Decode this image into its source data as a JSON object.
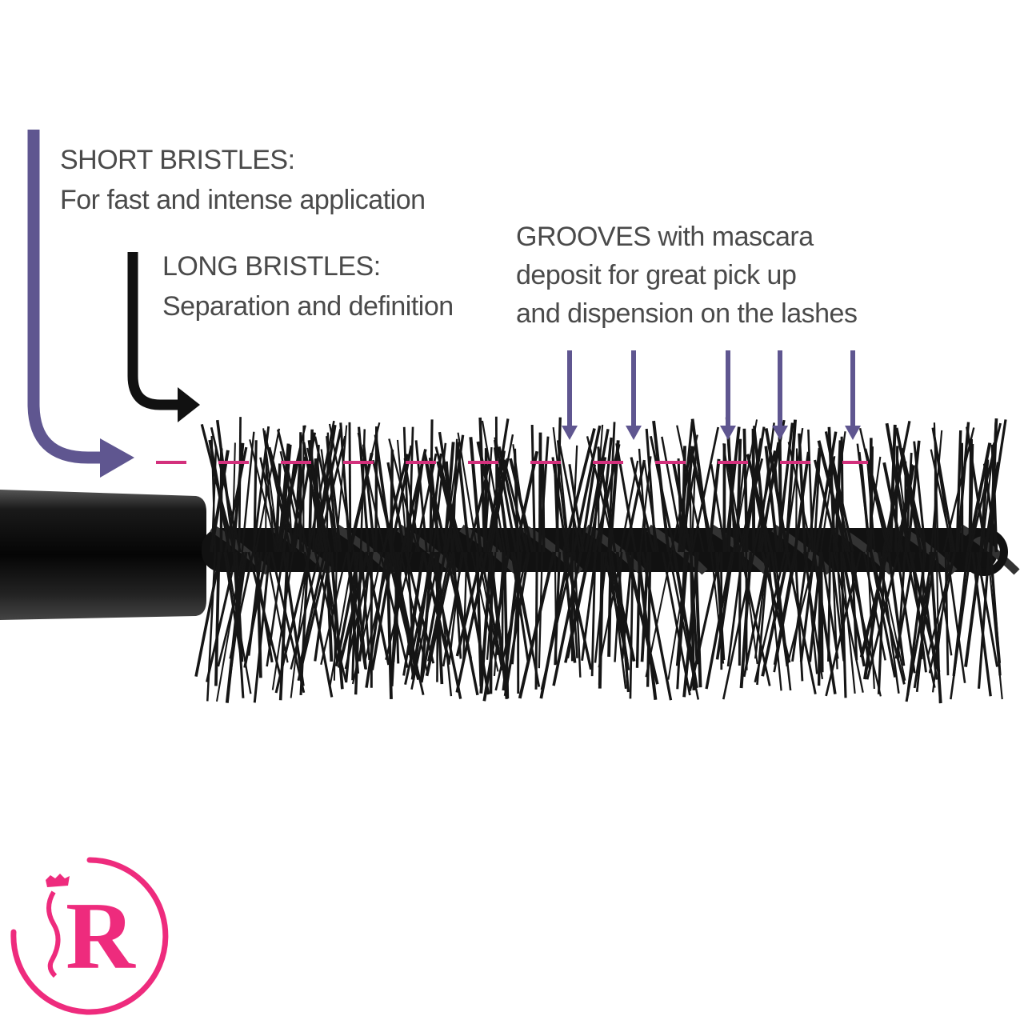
{
  "labels": {
    "short_bristles": {
      "title": "SHORT BRISTLES:",
      "desc": "For fast and intense application"
    },
    "long_bristles": {
      "title": "LONG BRISTLES:",
      "desc": "Separation and definition"
    },
    "grooves": {
      "line1": "GROOVES with mascara",
      "line2": "deposit for great pick up",
      "line3": "and dispension on the lashes"
    }
  },
  "logo": {
    "letter": "R"
  },
  "colors": {
    "purple_arrow": "#5f5690",
    "black_arrow": "#111111",
    "dash_line": "#d3307c",
    "logo_pink": "#ee2b7d",
    "text": "#4a4a4a",
    "bristle": "#151515"
  }
}
